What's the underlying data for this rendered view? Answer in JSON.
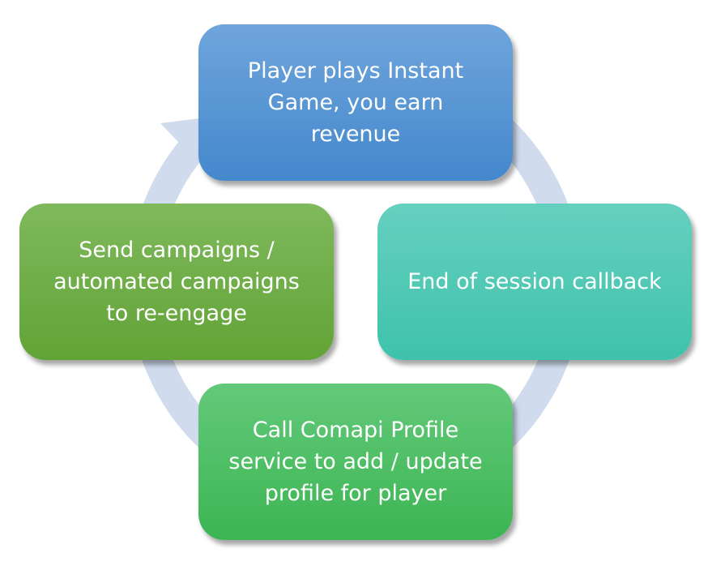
{
  "diagram": {
    "type": "cycle",
    "arrow_color": "#d0dbee",
    "steps": [
      {
        "label": "Player plays Instant\nGame, you earn\nrevenue",
        "color": "#5596d4"
      },
      {
        "label": "End of session callback",
        "color": "#52c9b5"
      },
      {
        "label": "Call Comapi Profile\nservice to add / update\nprofile for player",
        "color": "#4fbf66"
      },
      {
        "label": "Send campaigns /\nautomated campaigns\nto re-engage",
        "color": "#70ae48"
      }
    ]
  }
}
